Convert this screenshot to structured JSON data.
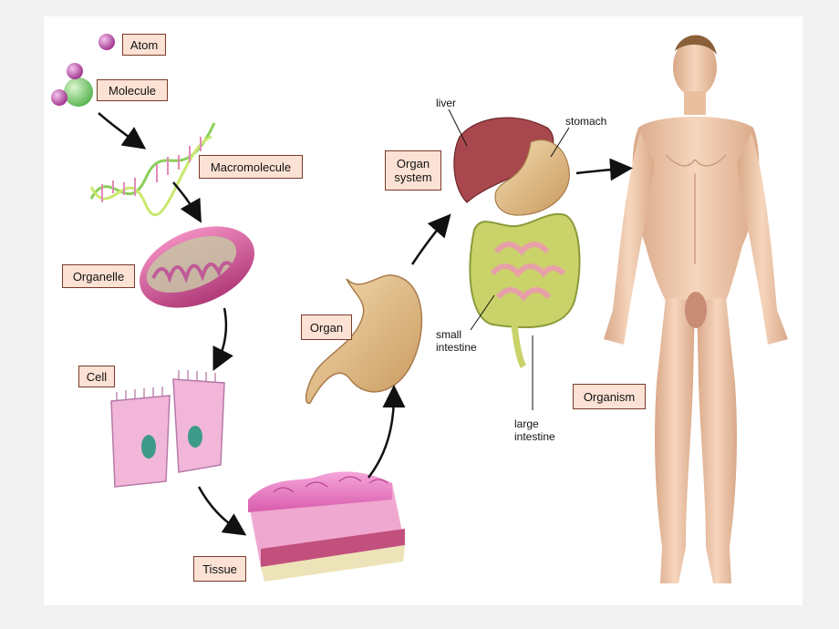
{
  "levels": {
    "atom": "Atom",
    "molecule": "Molecule",
    "macromolecule": "Macromolecule",
    "organelle": "Organelle",
    "cell": "Cell",
    "tissue": "Tissue",
    "organ": "Organ",
    "organ_system": "Organ\nsystem",
    "organism": "Organism"
  },
  "callouts": {
    "liver": "liver",
    "stomach": "stomach",
    "small_intestine": "small\nintestine",
    "large_intestine": "large\nintestine"
  },
  "colors": {
    "label_fill": "#fbe2d4",
    "label_border": "#7a3a2a",
    "atom": "#c04fb0",
    "molecule_center": "#8fd97a",
    "organelle": "#d94f8f",
    "cell": "#f2b6d9",
    "nucleus": "#3e9a88",
    "tissue": "#e47fc0",
    "stomach": "#e9c79a",
    "liver": "#a8484e",
    "intestine": "#c9d36a",
    "skin": "#f2cdb0"
  }
}
